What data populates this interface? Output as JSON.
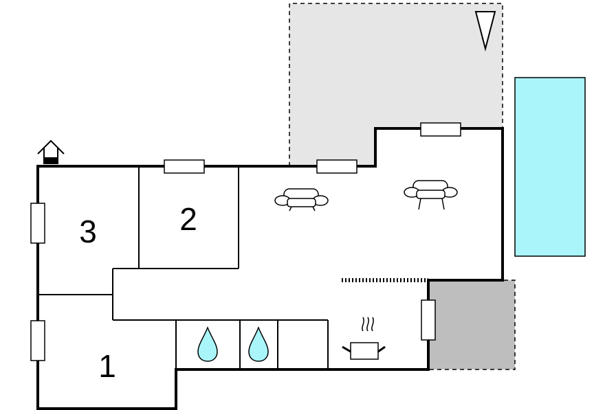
{
  "floorplan": {
    "rooms": [
      {
        "id": "room-1",
        "label": "1"
      },
      {
        "id": "room-2",
        "label": "2"
      },
      {
        "id": "room-3",
        "label": "3"
      }
    ],
    "colors": {
      "wall": "#000000",
      "terrace": "#e6e6e6",
      "covered_terrace": "#bebebe",
      "pool": "#aaf5fa",
      "water_drop": "#aaf5fa"
    },
    "icons": [
      "house-icon",
      "north-arrow-icon",
      "sofa-icon",
      "water-drop-icon",
      "cooking-pot-icon"
    ]
  }
}
